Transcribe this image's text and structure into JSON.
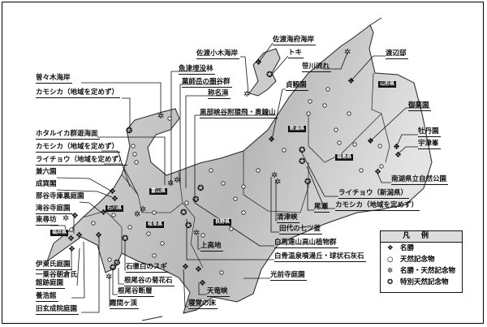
{
  "labels_left": [
    "曽々木海岸",
    "カモシカ（地域を定めず）",
    "ホタルイカ群遊海面",
    "カモシカ（地域を定めず）",
    "ライチョウ（地域を定めず）",
    "兼六園",
    "成巽閣",
    "那谷寺庫裏庭園",
    "滝谷寺庭園",
    "東尋坊",
    "伊東氏庭園",
    "一乗谷朝倉氏",
    "館跡庭園",
    "養浩館",
    "旧玄成院庭園"
  ],
  "labels_top": [
    "佐渡小木海岸",
    "魚津埋没林",
    "薬師岳の圏谷群",
    "称名滝",
    "黒部峡谷附猿飛・奥鐘山",
    "佐渡海府海岸",
    "トキ",
    "笹川流れ",
    "貞観園",
    "渡辺邸",
    "御薬園",
    "牡丹園",
    "宇津峯",
    "南湖県立自然公園"
  ],
  "labels_right": [
    "ライチョウ（新潟県）",
    "カモシカ（地域を定めず）",
    "尾瀬",
    "清津峡",
    "田代の七ツ釜",
    "白馬連山高山植物群",
    "白骨温泉噴湯丘・球状石灰石",
    "光前寺庭園",
    "天竜峡",
    "寝覚の床",
    "上高地"
  ],
  "labels_bottom": [
    "石徹白のスギ",
    "根尾谷の菊花石",
    "根尾谷断層",
    "霞間ヶ渓"
  ],
  "prefectures": [
    "新潟県",
    "山形県",
    "福島県",
    "富山県",
    "石川県",
    "岐阜県",
    "長野県",
    "福井県"
  ],
  "legend": {
    "title": "凡例",
    "items": [
      {
        "icon": "diamond-cluster-icon",
        "label": "名勝"
      },
      {
        "icon": "circle-icon",
        "label": "天然記念物"
      },
      {
        "icon": "asterisk-icon",
        "label": "名勝・天然記念物"
      },
      {
        "icon": "star-circle-icon",
        "label": "特別天然記念物"
      }
    ]
  }
}
